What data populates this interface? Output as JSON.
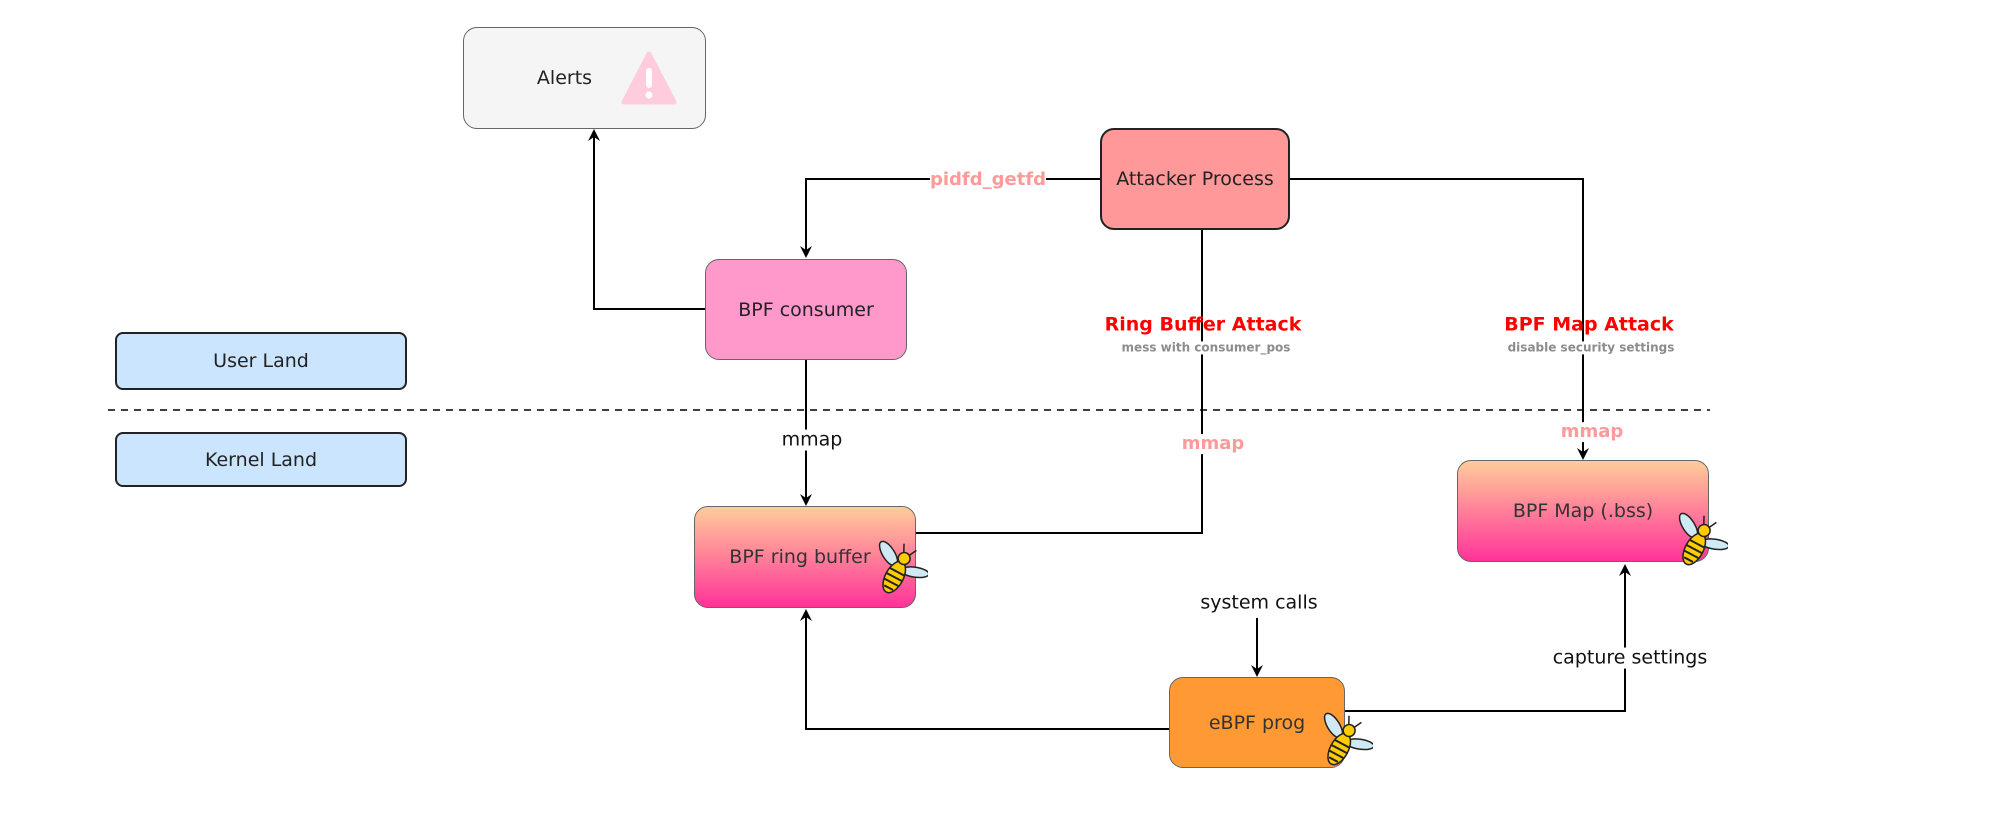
{
  "nodes": {
    "alerts": {
      "label": "Alerts",
      "icon": "warning-icon"
    },
    "attacker": {
      "label": "Attacker Process"
    },
    "consumer": {
      "label": "BPF consumer"
    },
    "user_land": {
      "label": "User Land"
    },
    "kernel_land": {
      "label": "Kernel Land"
    },
    "ring_buffer": {
      "label": "BPF ring buffer",
      "icon": "bee-icon"
    },
    "bpf_map": {
      "label": "BPF Map (.bss)",
      "icon": "bee-icon"
    },
    "ebpf_prog": {
      "label": "eBPF prog",
      "icon": "bee-icon"
    }
  },
  "edges": {
    "pidfd_getfd": "pidfd_getfd",
    "consumer_mmap": "mmap",
    "ring_attack_title": "Ring Buffer Attack",
    "ring_attack_sub": "mess with consumer_pos",
    "ring_attack_mmap": "mmap",
    "map_attack_title": "BPF Map Attack",
    "map_attack_sub": "disable security settings",
    "map_attack_mmap": "mmap",
    "system_calls": "system calls",
    "capture_settings": "capture settings"
  },
  "colors": {
    "alerts_fill": "#f5f5f5",
    "attacker_fill": "#ff9999",
    "consumer_fill": "#ff99cc",
    "land_fill": "#cce5ff",
    "gradient_top": "#ffcc99",
    "gradient_bottom": "#ff3399",
    "ebpf_fill": "#ff9933",
    "attack_title": "#ff0000",
    "attack_label": "#ff9a9a",
    "warning": "#ffccdd"
  }
}
